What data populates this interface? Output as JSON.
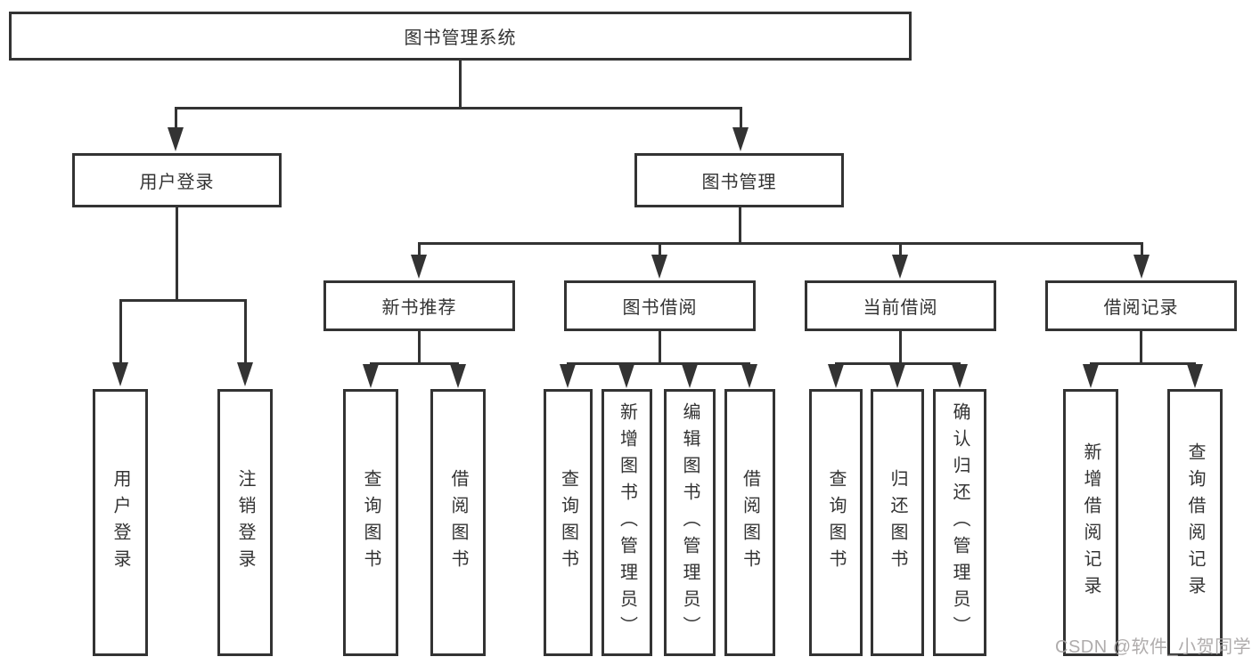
{
  "diagram": {
    "root": "图书管理系统",
    "level2": [
      "用户登录",
      "图书管理"
    ],
    "level3": [
      "新书推荐",
      "图书借阅",
      "当前借阅",
      "借阅记录"
    ],
    "leaves": {
      "user_login": [
        "用户登录",
        "注销登录"
      ],
      "new_book_recommend": [
        "查询图书",
        "借阅图书"
      ],
      "book_borrow": [
        "查询图书",
        "新增图书（管理员）",
        "编辑图书（管理员）",
        "借阅图书"
      ],
      "current_borrow": [
        "查询图书",
        "归还图书",
        "确认归还（管理员）"
      ],
      "borrow_record": [
        "新增借阅记录",
        "查询借阅记录"
      ]
    },
    "colors": {
      "line": "#333333",
      "box_border": "#333333",
      "box_fill": "#ffffff",
      "watermark": "#a8a5a5"
    }
  },
  "watermark": "CSDN @软件_小贺同学"
}
